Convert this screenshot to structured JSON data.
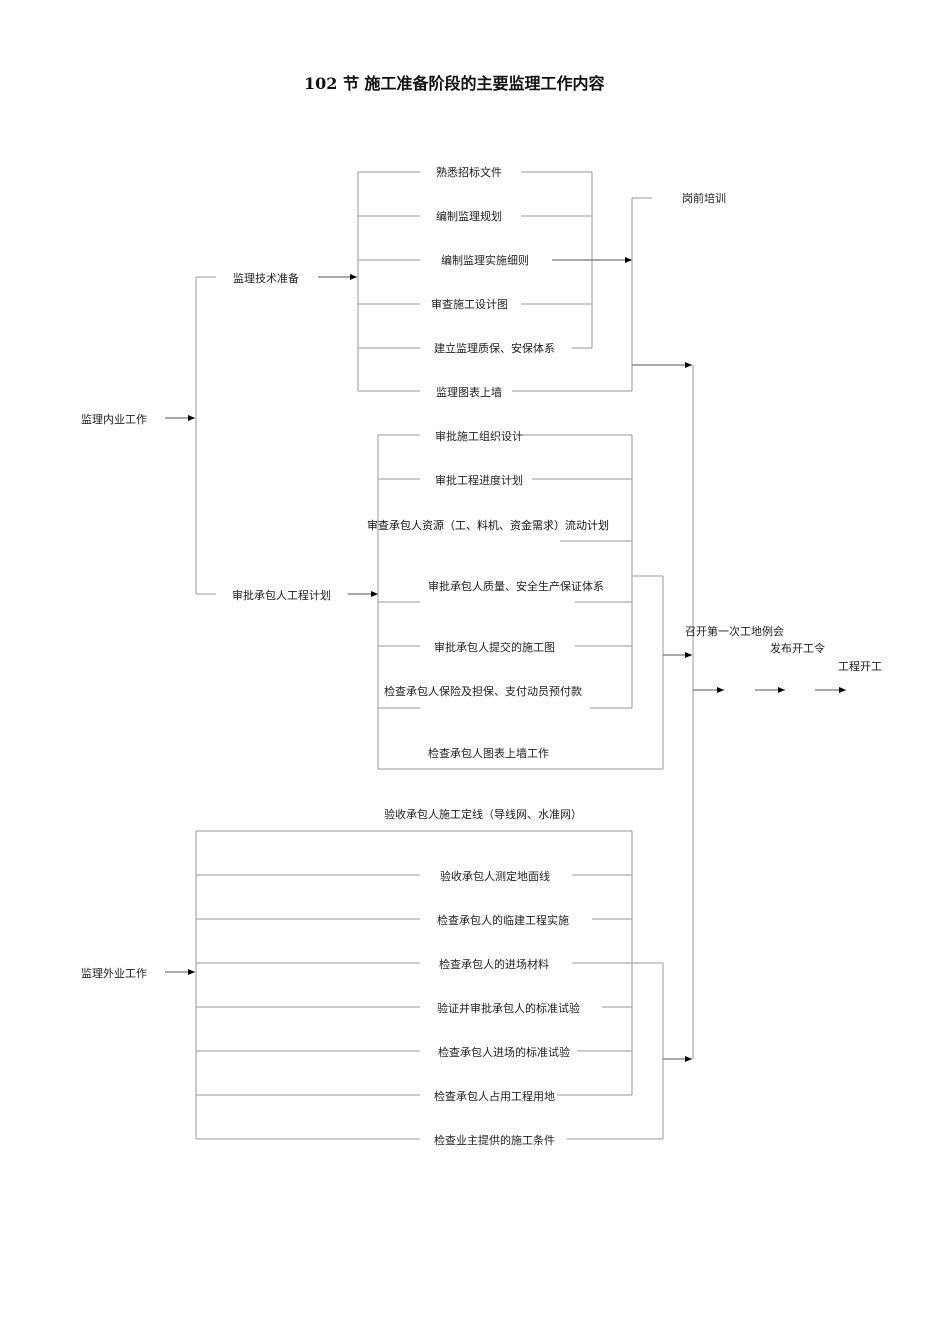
{
  "title": "102 节    施工准备阶段的主要监理工作内容",
  "root": {
    "internal": "监理内业工作",
    "external": "监理外业工作"
  },
  "internal": {
    "tech_prep": "监理技术准备",
    "approve_plan": "审批承包人工程计划"
  },
  "tech_items": [
    "熟悉招标文件",
    "编制监理规划",
    "编制监理实施细则",
    "审查施工设计图",
    "建立监理质保、安保体系",
    "监理图表上墙"
  ],
  "training": "岗前培训",
  "plan_items": [
    "审批施工组织设计",
    "审批工程进度计划",
    "审查承包人资源（工、料机、资金需求）流动计划",
    "审批承包人质量、安全生产保证体系",
    "审批承包人提交的施工图",
    "检查承包人保险及担保、支付动员预付款",
    "检查承包人图表上墙工作"
  ],
  "external_items": [
    "验收承包人施工定线（导线网、水准网）",
    "验收承包人测定地面线",
    "检查承包人的临建工程实施",
    "检查承包人的进场材料",
    "验证并审批承包人的标准试验",
    "检查承包人进场的标准试验",
    "检查承包人占用工程用地",
    "检查业主提供的施工条件"
  ],
  "final_steps": [
    "召开第一次工地例会",
    "发布开工令",
    "工程开工"
  ]
}
